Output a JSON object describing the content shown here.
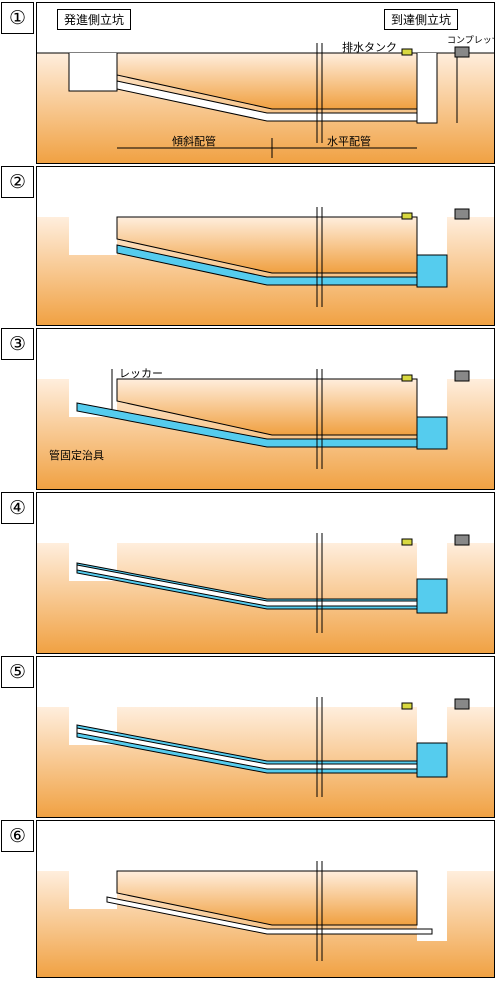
{
  "steps": [
    {
      "number": "①"
    },
    {
      "number": "②"
    },
    {
      "number": "③"
    },
    {
      "number": "④"
    },
    {
      "number": "⑤"
    },
    {
      "number": "⑥"
    }
  ],
  "labels": {
    "start_shaft": "発進側立坑",
    "arrival_shaft": "到達側立坑",
    "drain_tank": "排水タンク",
    "compressor": "コンプレッサー",
    "inclined_pipe": "傾斜配管",
    "horizontal_pipe": "水平配管",
    "wrecker": "レッカー",
    "pipe_jig": "管固定治具"
  },
  "colors": {
    "soil_top": "#ffe9cc",
    "soil_bottom": "#f0a040",
    "water": "#55ccee",
    "tank": "#d8d840"
  }
}
